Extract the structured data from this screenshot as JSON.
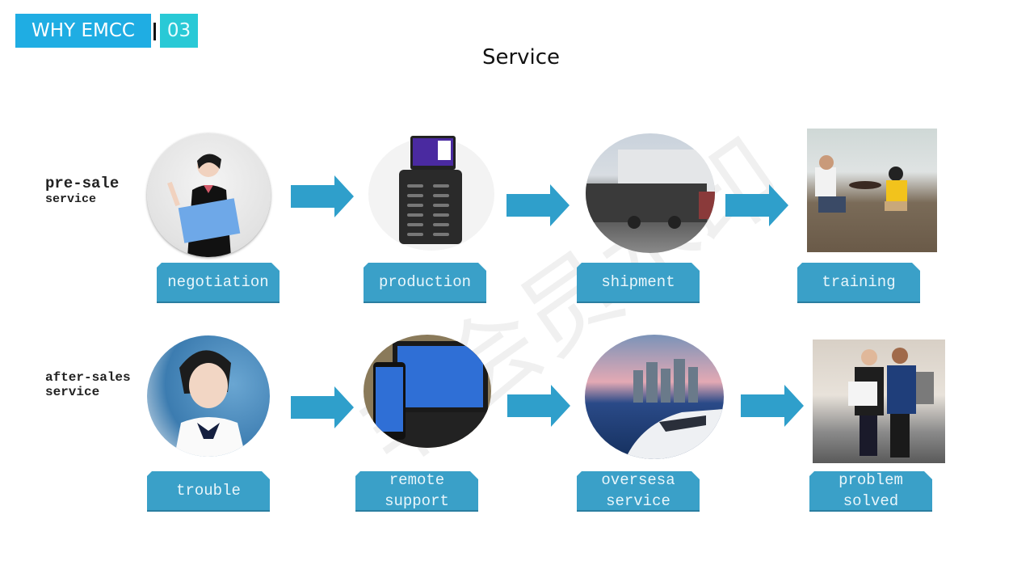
{
  "header": {
    "section_tag": "WHY EMCC",
    "section_number": "03"
  },
  "title": "Service",
  "watermark": "非会员水印",
  "rows": [
    {
      "label_line1": "pre-sale",
      "label_line2": "service",
      "steps": [
        {
          "label": "negotiation",
          "image": "customer-service-woman-with-folder"
        },
        {
          "label": "production",
          "image": "charging-station-kiosk"
        },
        {
          "label": "shipment",
          "image": "cargo-truck-at-warehouse"
        },
        {
          "label": "training",
          "image": "office-training-session"
        }
      ]
    },
    {
      "label_line1": "after-sales",
      "label_line2": "service",
      "steps": [
        {
          "label": "trouble",
          "image": "call-center-agent-headset"
        },
        {
          "label": "remote support",
          "image": "phone-and-laptop-desktop"
        },
        {
          "label": "oversesa service",
          "image": "high-speed-train-city"
        },
        {
          "label": "problem solved",
          "image": "two-men-at-trade-booth"
        }
      ]
    }
  ],
  "colors": {
    "tag_blue": "#1fade3",
    "tag_teal": "#29c9d6",
    "arrow": "#2f9fcb",
    "label_box": "#3aa0c8"
  }
}
